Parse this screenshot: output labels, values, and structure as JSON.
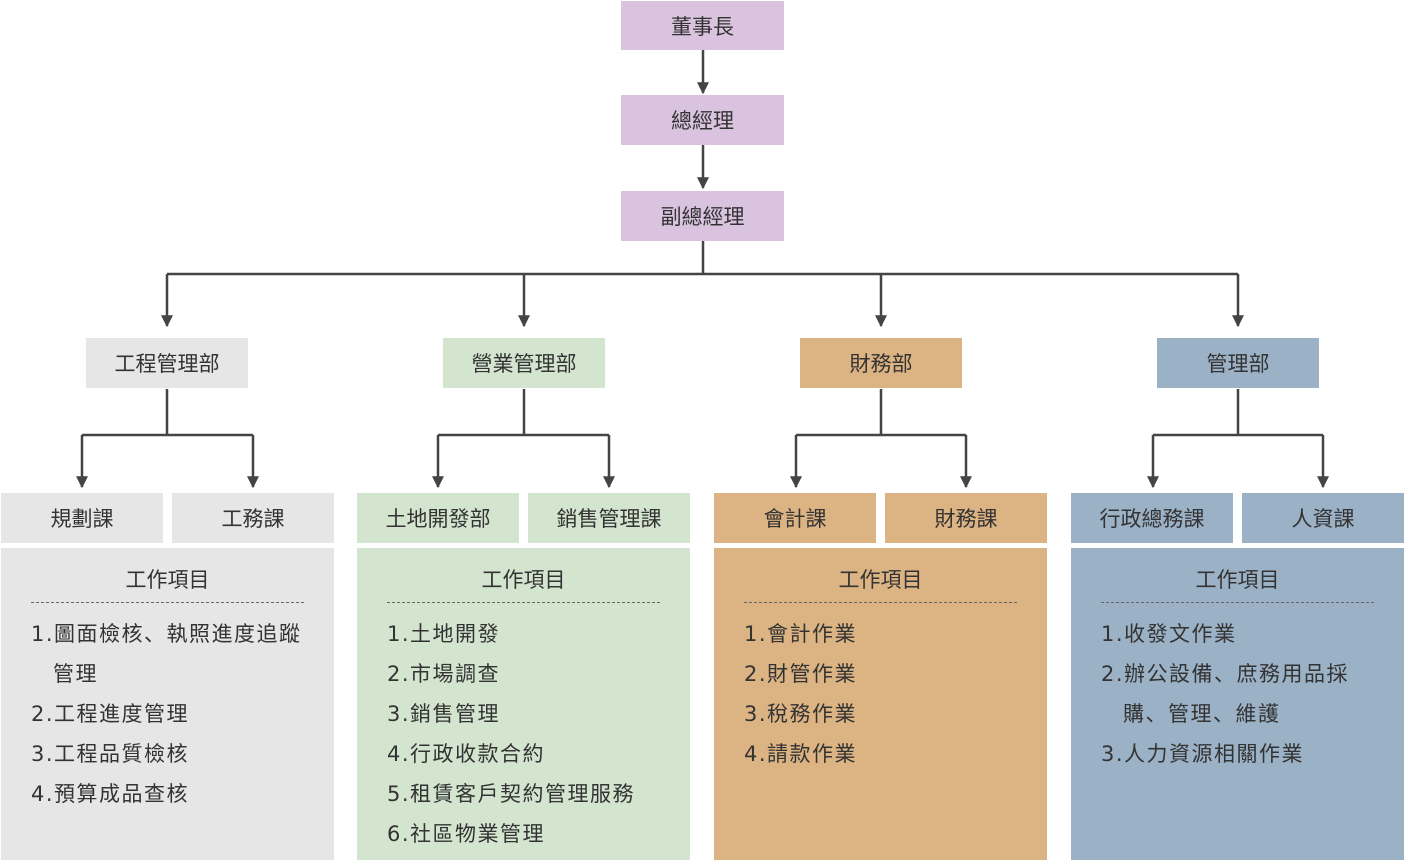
{
  "colors": {
    "top": "#d9c3df",
    "engineering": "#e6e6e6",
    "sales": "#d3e5cf",
    "finance": "#dcb382",
    "admin": "#9bb1c5",
    "connector": "#444444"
  },
  "top_chain": [
    "董事長",
    "總經理",
    "副總經理"
  ],
  "departments": [
    {
      "name": "工程管理部",
      "sections": [
        "規劃課",
        "工務課"
      ],
      "work_title": "工作項目",
      "items": [
        "1.圖面檢核、執照進度追蹤管理",
        "2.工程進度管理",
        "3.工程品質檢核",
        "4.預算成品查核"
      ]
    },
    {
      "name": "營業管理部",
      "sections": [
        "土地開發部",
        "銷售管理課"
      ],
      "work_title": "工作項目",
      "items": [
        "1.土地開發",
        "2.市場調查",
        "3.銷售管理",
        "4.行政收款合約",
        "5.租賃客戶契約管理服務",
        "6.社區物業管理"
      ]
    },
    {
      "name": "財務部",
      "sections": [
        "會計課",
        "財務課"
      ],
      "work_title": "工作項目",
      "items": [
        "1.會計作業",
        "2.財管作業",
        "3.稅務作業",
        "4.請款作業"
      ]
    },
    {
      "name": "管理部",
      "sections": [
        "行政總務課",
        "人資課"
      ],
      "work_title": "工作項目",
      "items": [
        "1.收發文作業",
        "2.辦公設備、庶務用品採購、管理、維護",
        "3.人力資源相關作業"
      ]
    }
  ]
}
